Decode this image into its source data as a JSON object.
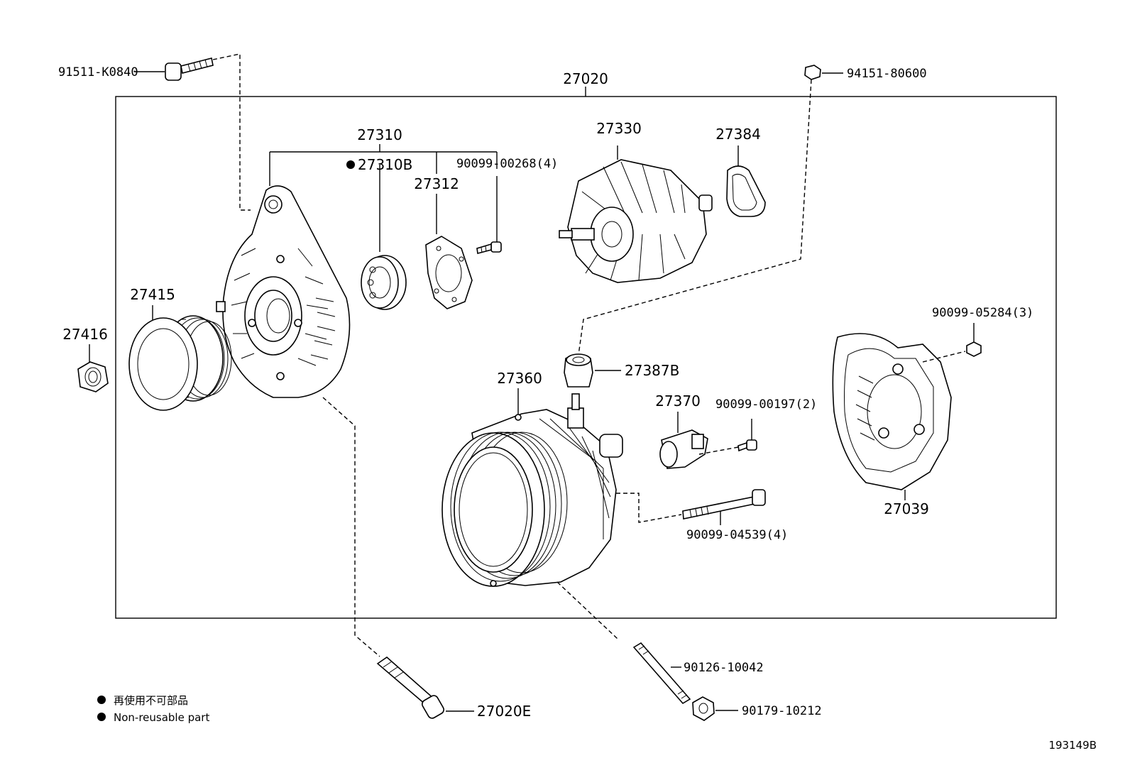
{
  "labels": {
    "assembly": "27020",
    "bolt_top_left": "91511-K0840",
    "nut_top_right": "94151-80600",
    "bracket_group": "27310",
    "bearing_nonreusable": "27310B",
    "retainer": "27312",
    "screw_retainer": "90099-00268(4)",
    "rotor": "27330",
    "insulator": "27384",
    "pulley": "27415",
    "pulley_nut": "27416",
    "terminal_insulator": "27387B",
    "stator_frame": "27360",
    "regulator": "27370",
    "screw_regulator": "90099-00197(2)",
    "nut_rear_cover": "90099-05284(3)",
    "rear_cover": "27039",
    "through_bolt": "90099-04539(4)",
    "stud_bolt": "90126-10042",
    "nut_bottom": "90179-10212",
    "bolt_bottom": "27020E"
  },
  "legend": {
    "line_jp": "再使用不可部品",
    "line_en": "Non-reusable part"
  },
  "diagram_id": "193149B"
}
